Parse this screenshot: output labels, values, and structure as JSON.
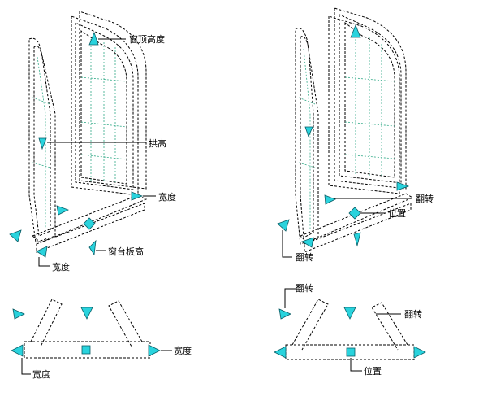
{
  "labels": {
    "window_top_height": "窗顶高度",
    "arch_height": "拱高",
    "width_right": "宽度",
    "sill_height": "窗台板高",
    "width_bottom": "宽度",
    "flip_right": "翻转",
    "position_right": "位置",
    "flip_left": "翻转",
    "plan_width_right": "宽度",
    "plan_width_bottom": "宽度",
    "plan_flip_top": "翻转",
    "plan_flip_right": "翻转",
    "plan_position": "位置"
  },
  "colors": {
    "grip": "#29d3dd",
    "line": "#000000",
    "glass": "#3a8"
  }
}
